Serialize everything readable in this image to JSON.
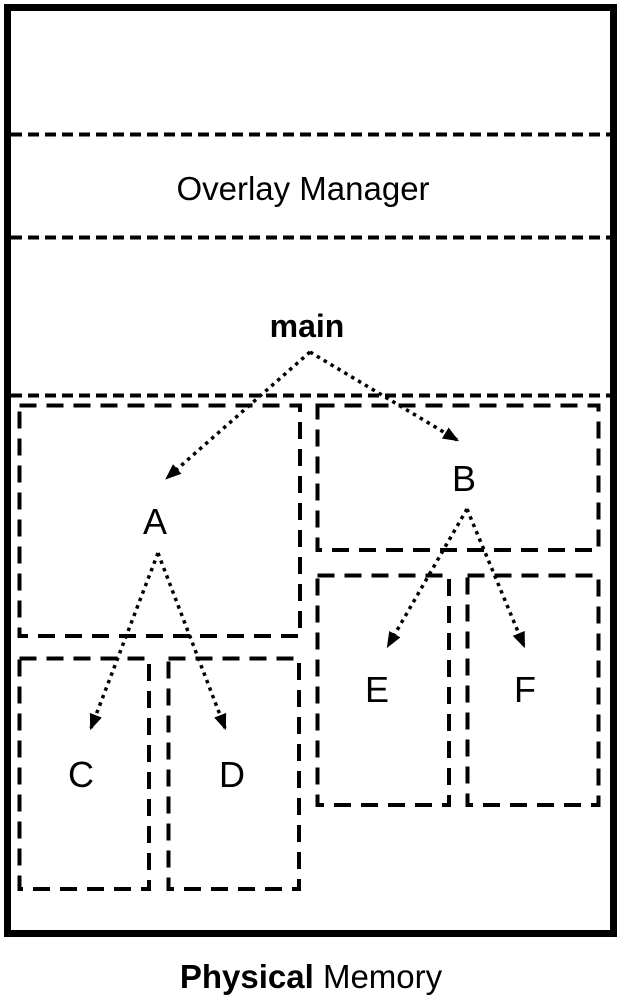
{
  "colors": {
    "ink": "#000000",
    "background": "#ffffff"
  },
  "memory_map": {
    "overlay_manager_label": "Overlay Manager",
    "caption": {
      "bold_word": "Physical",
      "regular_word": "Memory"
    }
  },
  "overlay_tree": {
    "nodes": {
      "main": {
        "label": "main"
      },
      "a": {
        "label": "A"
      },
      "b": {
        "label": "B"
      },
      "c": {
        "label": "C"
      },
      "d": {
        "label": "D"
      },
      "e": {
        "label": "E"
      },
      "f": {
        "label": "F"
      }
    },
    "edges": [
      {
        "from": "main",
        "to": "A"
      },
      {
        "from": "main",
        "to": "B"
      },
      {
        "from": "A",
        "to": "C"
      },
      {
        "from": "A",
        "to": "D"
      },
      {
        "from": "B",
        "to": "E"
      },
      {
        "from": "B",
        "to": "F"
      }
    ]
  }
}
